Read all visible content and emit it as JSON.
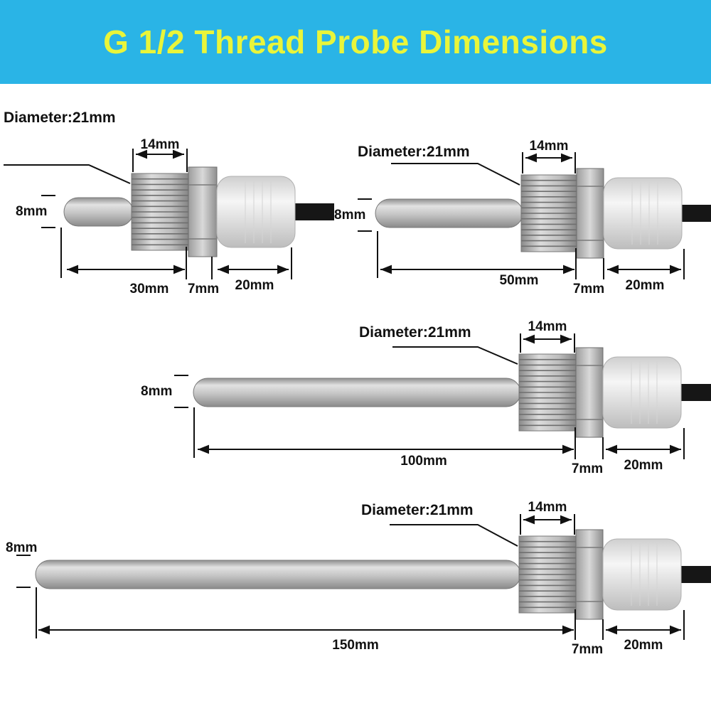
{
  "title": "G 1/2 Thread Probe Dimensions",
  "colors": {
    "banner": "#2ab4e6",
    "title_text": "#e9f53a",
    "steel": "#b9b9b9",
    "cap": "#ececec",
    "cable": "#161616"
  },
  "probes": [
    {
      "id": "probe-30",
      "diameter_label": "Diameter:21mm",
      "probe_diameter_label": "8mm",
      "thread_label": "14mm",
      "probe_length_label": "30mm",
      "nut_label": "7mm",
      "cap_label": "20mm"
    },
    {
      "id": "probe-50",
      "diameter_label": "Diameter:21mm",
      "probe_diameter_label": "8mm",
      "thread_label": "14mm",
      "probe_length_label": "50mm",
      "nut_label": "7mm",
      "cap_label": "20mm"
    },
    {
      "id": "probe-100",
      "diameter_label": "Diameter:21mm",
      "probe_diameter_label": "8mm",
      "thread_label": "14mm",
      "probe_length_label": "100mm",
      "nut_label": "7mm",
      "cap_label": "20mm"
    },
    {
      "id": "probe-150",
      "diameter_label": "Diameter:21mm",
      "probe_diameter_label": "8mm",
      "thread_label": "14mm",
      "probe_length_label": "150mm",
      "nut_label": "7mm",
      "cap_label": "20mm"
    }
  ]
}
